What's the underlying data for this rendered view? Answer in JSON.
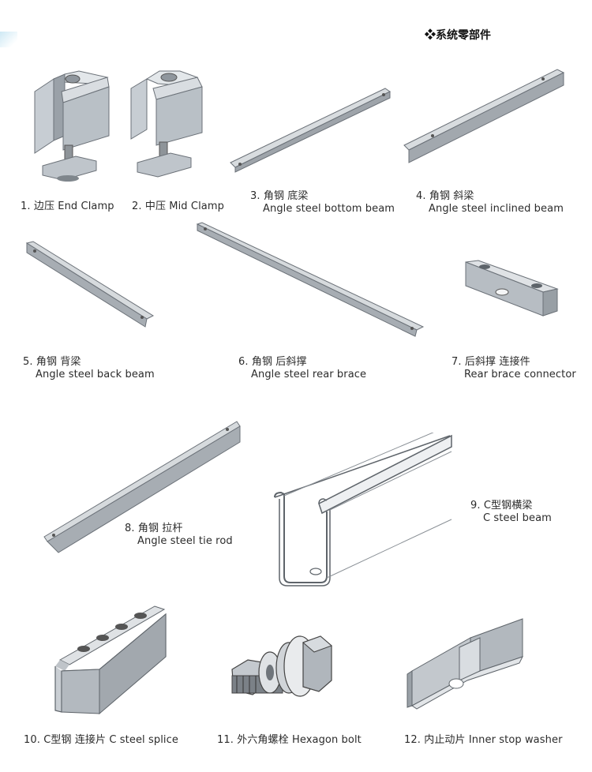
{
  "header": {
    "symbol": "❖",
    "title": "系统零部件"
  },
  "parts": [
    {
      "num": "1.",
      "cn": "边压",
      "en": "End Clamp",
      "icon": "end-clamp-icon"
    },
    {
      "num": "2.",
      "cn": "中压",
      "en": "Mid Clamp",
      "icon": "mid-clamp-icon"
    },
    {
      "num": "3.",
      "cn": "角钢 底梁",
      "en": "Angle steel bottom beam",
      "icon": "angle-steel-bottom-beam-icon"
    },
    {
      "num": "4.",
      "cn": "角钢 斜梁",
      "en": "Angle steel inclined beam",
      "icon": "angle-steel-inclined-beam-icon"
    },
    {
      "num": "5.",
      "cn": "角钢 背梁",
      "en": "Angle steel back beam",
      "icon": "angle-steel-back-beam-icon"
    },
    {
      "num": "6.",
      "cn": "角钢 后斜撑",
      "en": "Angle steel rear brace",
      "icon": "angle-steel-rear-brace-icon"
    },
    {
      "num": "7.",
      "cn": "后斜撑 连接件",
      "en": "Rear brace connector",
      "icon": "rear-brace-connector-icon"
    },
    {
      "num": "8.",
      "cn": "角钢 拉杆",
      "en": "Angle steel tie rod",
      "icon": "angle-steel-tie-rod-icon"
    },
    {
      "num": "9.",
      "cn": "C型钢横梁",
      "en": "C steel beam",
      "icon": "c-steel-beam-icon"
    },
    {
      "num": "10.",
      "cn": "C型钢 连接片",
      "en": "C steel splice",
      "icon": "c-steel-splice-icon"
    },
    {
      "num": "11.",
      "cn": "外六角螺栓",
      "en": "Hexagon bolt",
      "icon": "hexagon-bolt-icon"
    },
    {
      "num": "12.",
      "cn": "内止动片",
      "en": "Inner stop washer",
      "icon": "inner-stop-washer-icon"
    }
  ]
}
